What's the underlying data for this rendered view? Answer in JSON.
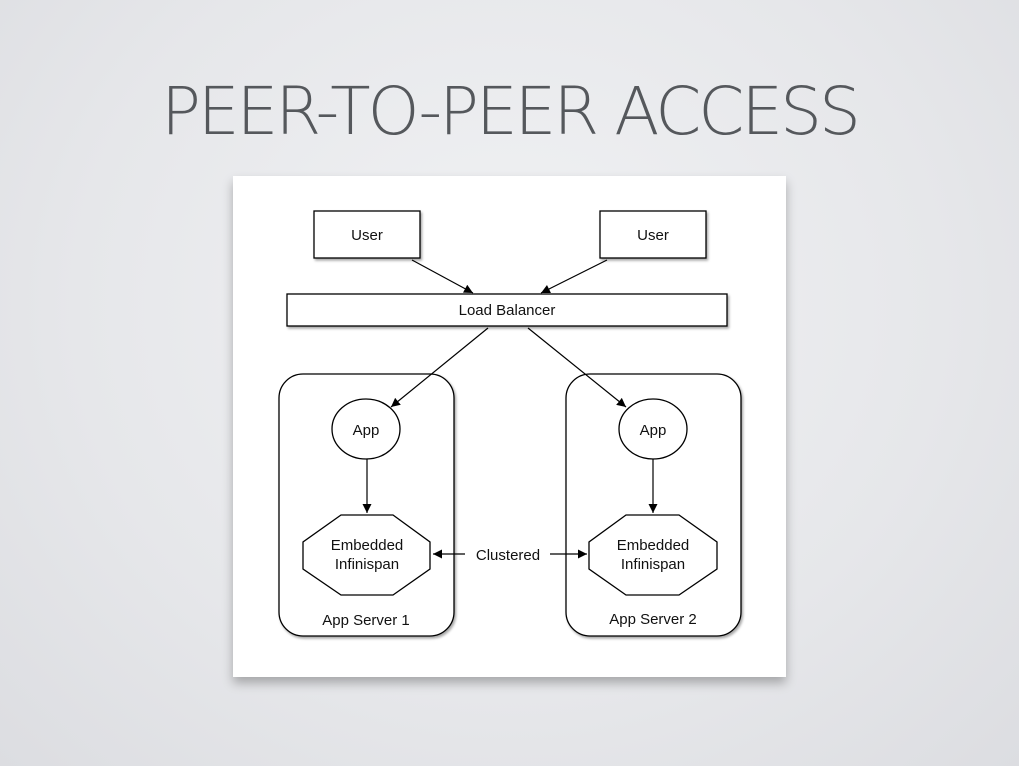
{
  "slide": {
    "title": "PEER-TO-PEER ACCESS"
  },
  "diagram": {
    "users": [
      "User",
      "User"
    ],
    "load_balancer": "Load Balancer",
    "servers": [
      {
        "name": "App Server 1",
        "app": "App",
        "cache_line1": "Embedded",
        "cache_line2": "Infinispan"
      },
      {
        "name": "App Server 2",
        "app": "App",
        "cache_line1": "Embedded",
        "cache_line2": "Infinispan"
      }
    ],
    "link_label": "Clustered"
  }
}
